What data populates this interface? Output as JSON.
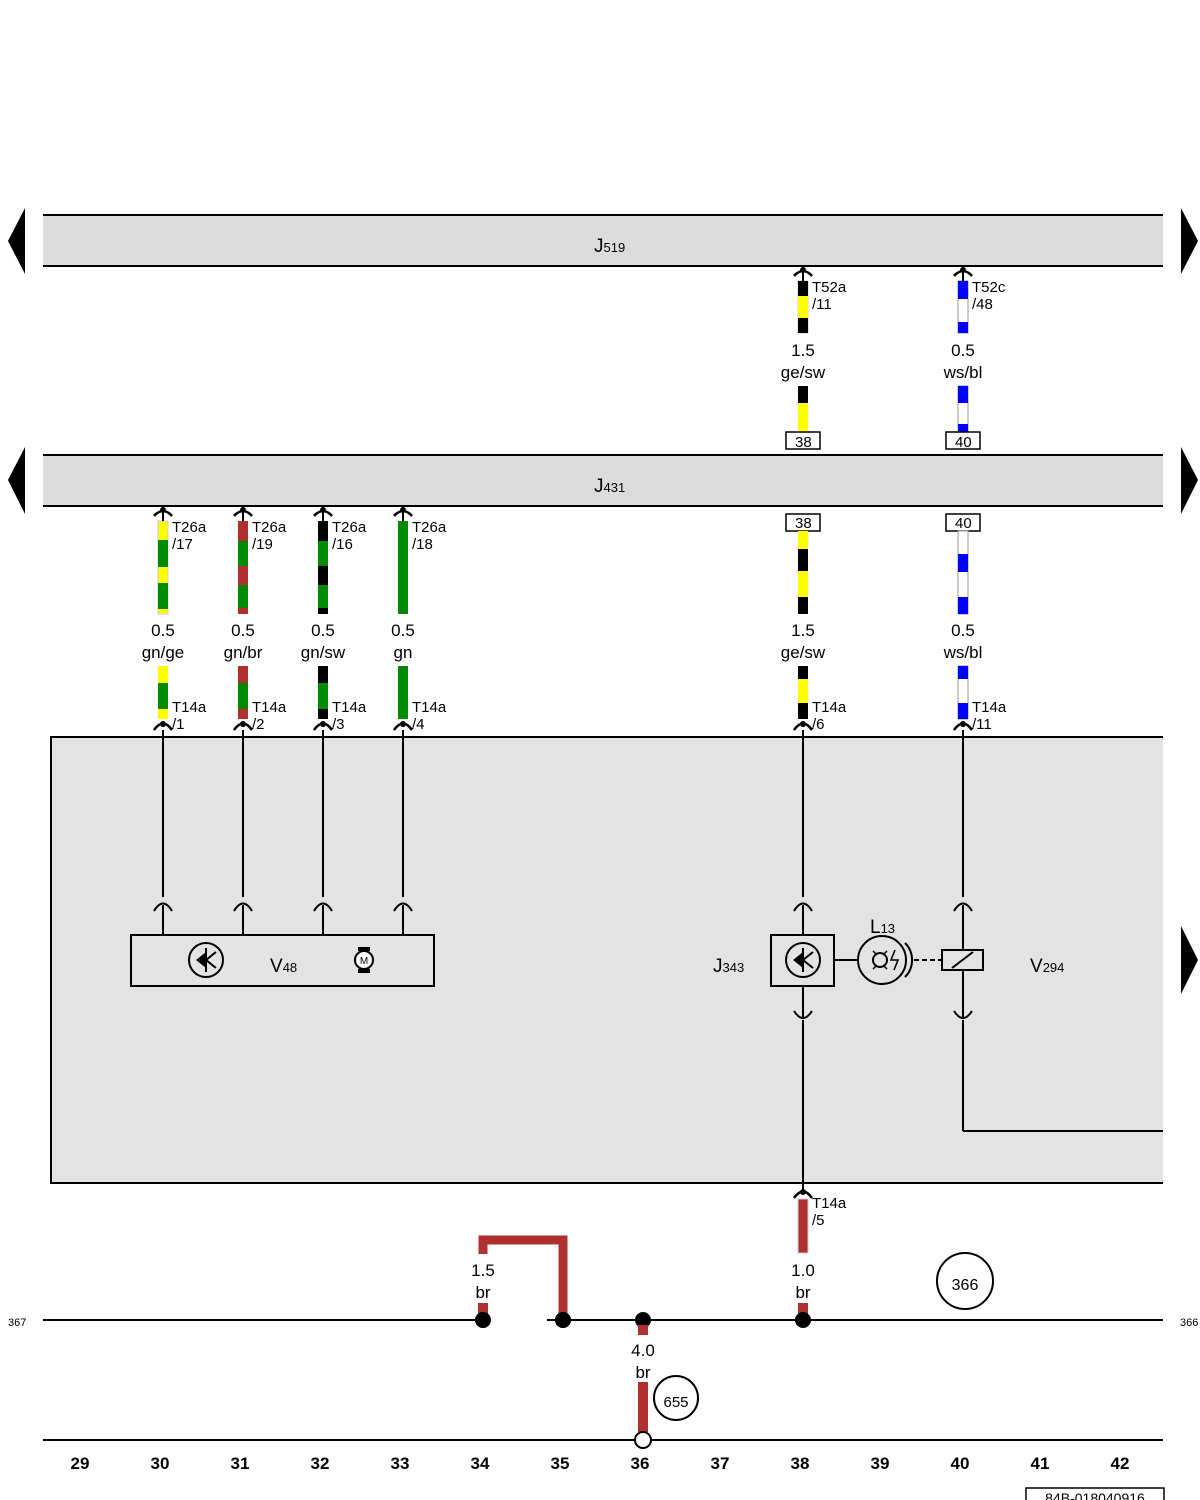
{
  "modules": {
    "top": {
      "name": "J",
      "sub": "519"
    },
    "middle": {
      "name": "J",
      "sub": "431"
    }
  },
  "wires_top": [
    {
      "id": "ge-sw-top",
      "conn1": "T52a",
      "conn2": "/11",
      "gauge": "1.5",
      "color": "ge/sw",
      "term": "38"
    },
    {
      "id": "ws-bl-top",
      "conn1": "T52c",
      "conn2": "/48",
      "gauge": "0.5",
      "color": "ws/bl",
      "term": "40"
    }
  ],
  "wires_mid": [
    {
      "id": "gn-ge",
      "conn1": "T26a",
      "conn2": "/17",
      "gauge": "0.5",
      "color": "gn/ge",
      "pin1": "T14a",
      "pin2": "/1"
    },
    {
      "id": "gn-br",
      "conn1": "T26a",
      "conn2": "/19",
      "gauge": "0.5",
      "color": "gn/br",
      "pin1": "T14a",
      "pin2": "/2"
    },
    {
      "id": "gn-sw",
      "conn1": "T26a",
      "conn2": "/16",
      "gauge": "0.5",
      "color": "gn/sw",
      "pin1": "T14a",
      "pin2": "/3"
    },
    {
      "id": "gn",
      "conn1": "T26a",
      "conn2": "/18",
      "gauge": "0.5",
      "color": "gn",
      "pin1": "T14a",
      "pin2": "/4"
    },
    {
      "id": "ge-sw-mid",
      "term": "38",
      "gauge": "1.5",
      "color": "ge/sw",
      "pin1": "T14a",
      "pin2": "/6"
    },
    {
      "id": "ws-bl-mid",
      "term": "40",
      "gauge": "0.5",
      "color": "ws/bl",
      "pin1": "T14a",
      "pin2": "/11"
    }
  ],
  "components": {
    "v48": {
      "name": "V",
      "sub": "48",
      "motor_symbol": "M"
    },
    "j343": {
      "name": "J",
      "sub": "343"
    },
    "l13": {
      "name": "L",
      "sub": "13"
    },
    "v294": {
      "name": "V",
      "sub": "294"
    }
  },
  "ground": {
    "t14a_5": {
      "pin1": "T14a",
      "pin2": "/5"
    },
    "wire_10": {
      "gauge": "1.0",
      "color": "br"
    },
    "wire_15": {
      "gauge": "1.5",
      "color": "br"
    },
    "wire_40": {
      "gauge": "4.0",
      "color": "br"
    },
    "circle_366": "366",
    "circle_655": "655",
    "left_ref": "367",
    "right_ref": "366"
  },
  "grid_numbers": [
    "29",
    "30",
    "31",
    "32",
    "33",
    "34",
    "35",
    "36",
    "37",
    "38",
    "39",
    "40",
    "41",
    "42"
  ],
  "diagram_code": "84B-018040916",
  "colors": {
    "yellow": "#ffff00",
    "green": "#008a00",
    "black": "#000000",
    "brown_red": "#b03030",
    "blue": "#0000ff",
    "white": "#ffffff",
    "panel_gray": "#e3e3e3",
    "box_gray": "#dcdcdc"
  }
}
